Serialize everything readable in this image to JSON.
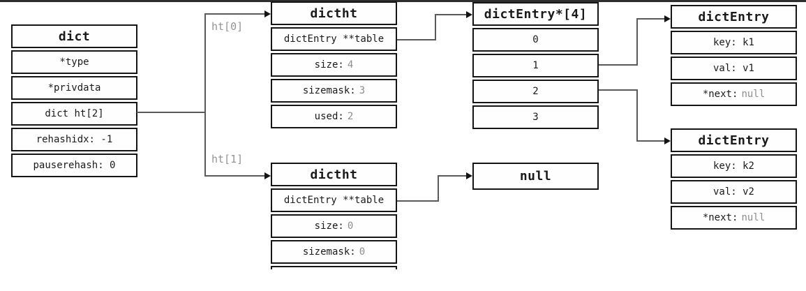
{
  "colors": {
    "background": "#ffffff",
    "border": "#141414",
    "text": "#1a1a1a",
    "muted_value": "#8c8c8c",
    "connector": "#5a5a5a",
    "top_strip": "#2e2e2e"
  },
  "boxes": {
    "dict": {
      "title": "dict",
      "rows": [
        {
          "text": "*type"
        },
        {
          "text": "*privdata"
        },
        {
          "text": "dict ht[2]"
        },
        {
          "text": "rehashidx: -1"
        },
        {
          "text": "pauserehash: 0"
        }
      ]
    },
    "dictht_ht0": {
      "title": "dictht",
      "rows": [
        {
          "text": "dictEntry **table"
        },
        {
          "text": "size:",
          "value": "4"
        },
        {
          "text": "sizemask:",
          "value": "3"
        },
        {
          "text": "used:",
          "value": "2"
        }
      ]
    },
    "dict_entry_array": {
      "title": "dictEntry*[4]",
      "rows": [
        {
          "text": "0"
        },
        {
          "text": "1"
        },
        {
          "text": "2"
        },
        {
          "text": "3"
        }
      ]
    },
    "dict_entry_1": {
      "title": "dictEntry",
      "rows": [
        {
          "text": "key: k1"
        },
        {
          "text": "val: v1"
        },
        {
          "text": "*next:",
          "value": "null"
        }
      ]
    },
    "dict_entry_2": {
      "title": "dictEntry",
      "rows": [
        {
          "text": "key: k2"
        },
        {
          "text": "val: v2"
        },
        {
          "text": "*next:",
          "value": "null"
        }
      ]
    },
    "null_box": {
      "title": "null"
    },
    "dictht_ht1": {
      "title": "dictht",
      "rows": [
        {
          "text": "dictEntry **table"
        },
        {
          "text": "size:",
          "value": "0"
        },
        {
          "text": "sizemask:",
          "value": "0"
        }
      ]
    }
  },
  "edges": {
    "ht0_label": "ht[0]",
    "ht1_label": "ht[1]"
  }
}
